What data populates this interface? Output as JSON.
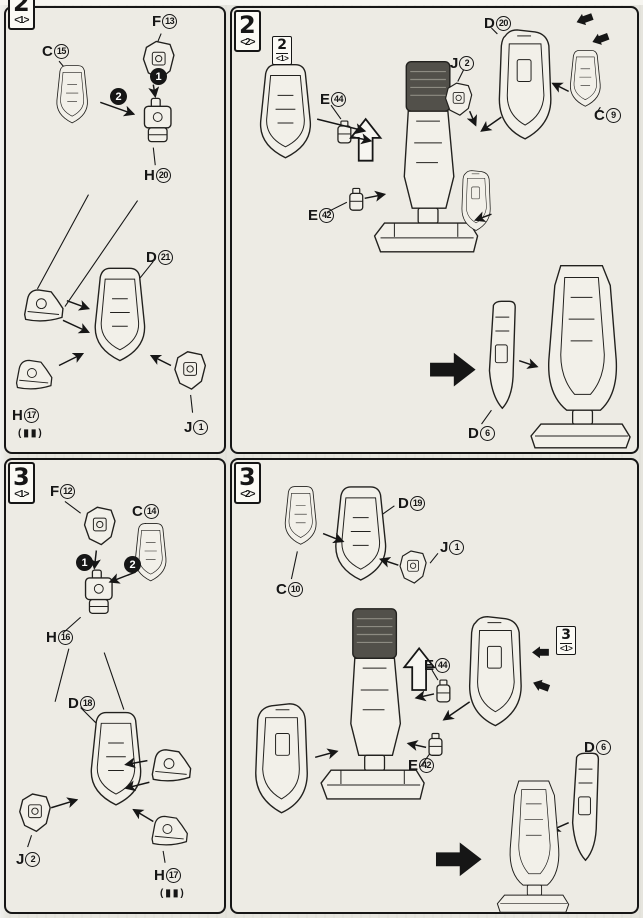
{
  "page": {
    "type": "model-kit-assembly-instructions",
    "colors": {
      "paper": "#e6e5de",
      "panel": "#edebe4",
      "ink": "#161616"
    }
  },
  "panels": {
    "p21": {
      "step": "2",
      "variant": "<1>",
      "labels": {
        "c15": {
          "letter": "C",
          "num": "15"
        },
        "f13": {
          "letter": "F",
          "num": "13"
        },
        "h20": {
          "letter": "H",
          "num": "20"
        },
        "d21": {
          "letter": "D",
          "num": "21"
        },
        "h17": {
          "letter": "H",
          "num": "17",
          "note": "(▮▮)"
        },
        "j1": {
          "letter": "J",
          "num": "1"
        }
      },
      "seq": {
        "s1": "1",
        "s2": "2"
      }
    },
    "p22": {
      "step": "2",
      "variant": "<2>",
      "ref": {
        "step": "2",
        "variant": "<1>"
      },
      "labels": {
        "e44": {
          "letter": "E",
          "num": "44"
        },
        "e42": {
          "letter": "E",
          "num": "42"
        },
        "d20": {
          "letter": "D",
          "num": "20"
        },
        "j2": {
          "letter": "J",
          "num": "2"
        },
        "c9": {
          "letter": "C",
          "num": "9"
        },
        "d6": {
          "letter": "D",
          "num": "6"
        }
      }
    },
    "p31": {
      "step": "3",
      "variant": "<1>",
      "labels": {
        "f12": {
          "letter": "F",
          "num": "12"
        },
        "c14": {
          "letter": "C",
          "num": "14"
        },
        "h16": {
          "letter": "H",
          "num": "16"
        },
        "d18": {
          "letter": "D",
          "num": "18"
        },
        "j2": {
          "letter": "J",
          "num": "2"
        },
        "h17": {
          "letter": "H",
          "num": "17",
          "note": "(▮▮)"
        }
      },
      "seq": {
        "s1": "1",
        "s2": "2"
      }
    },
    "p32": {
      "step": "3",
      "variant": "<2>",
      "ref": {
        "step": "3",
        "variant": "<1>"
      },
      "labels": {
        "c10": {
          "letter": "C",
          "num": "10"
        },
        "d19": {
          "letter": "D",
          "num": "19"
        },
        "j1": {
          "letter": "J",
          "num": "1"
        },
        "e44": {
          "letter": "E",
          "num": "44"
        },
        "e42": {
          "letter": "E",
          "num": "42"
        },
        "d6": {
          "letter": "D",
          "num": "6"
        }
      }
    }
  }
}
